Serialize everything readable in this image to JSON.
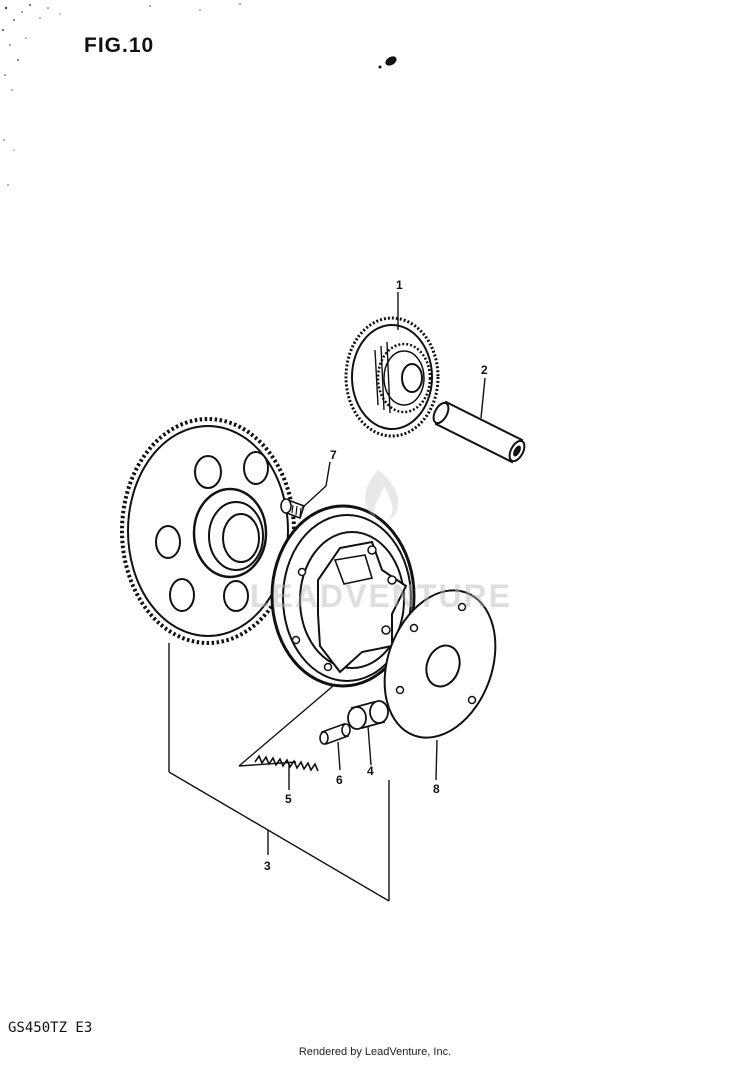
{
  "figure_label": "FIG.10",
  "model_code": "GS450TZ  E3",
  "footer": "Rendered by LeadVenture, Inc.",
  "watermark": "LEADVENTURE",
  "callouts": {
    "c1": "1",
    "c2": "2",
    "c3": "3",
    "c4": "4",
    "c5": "5",
    "c6": "6",
    "c7": "7",
    "c8": "8"
  }
}
